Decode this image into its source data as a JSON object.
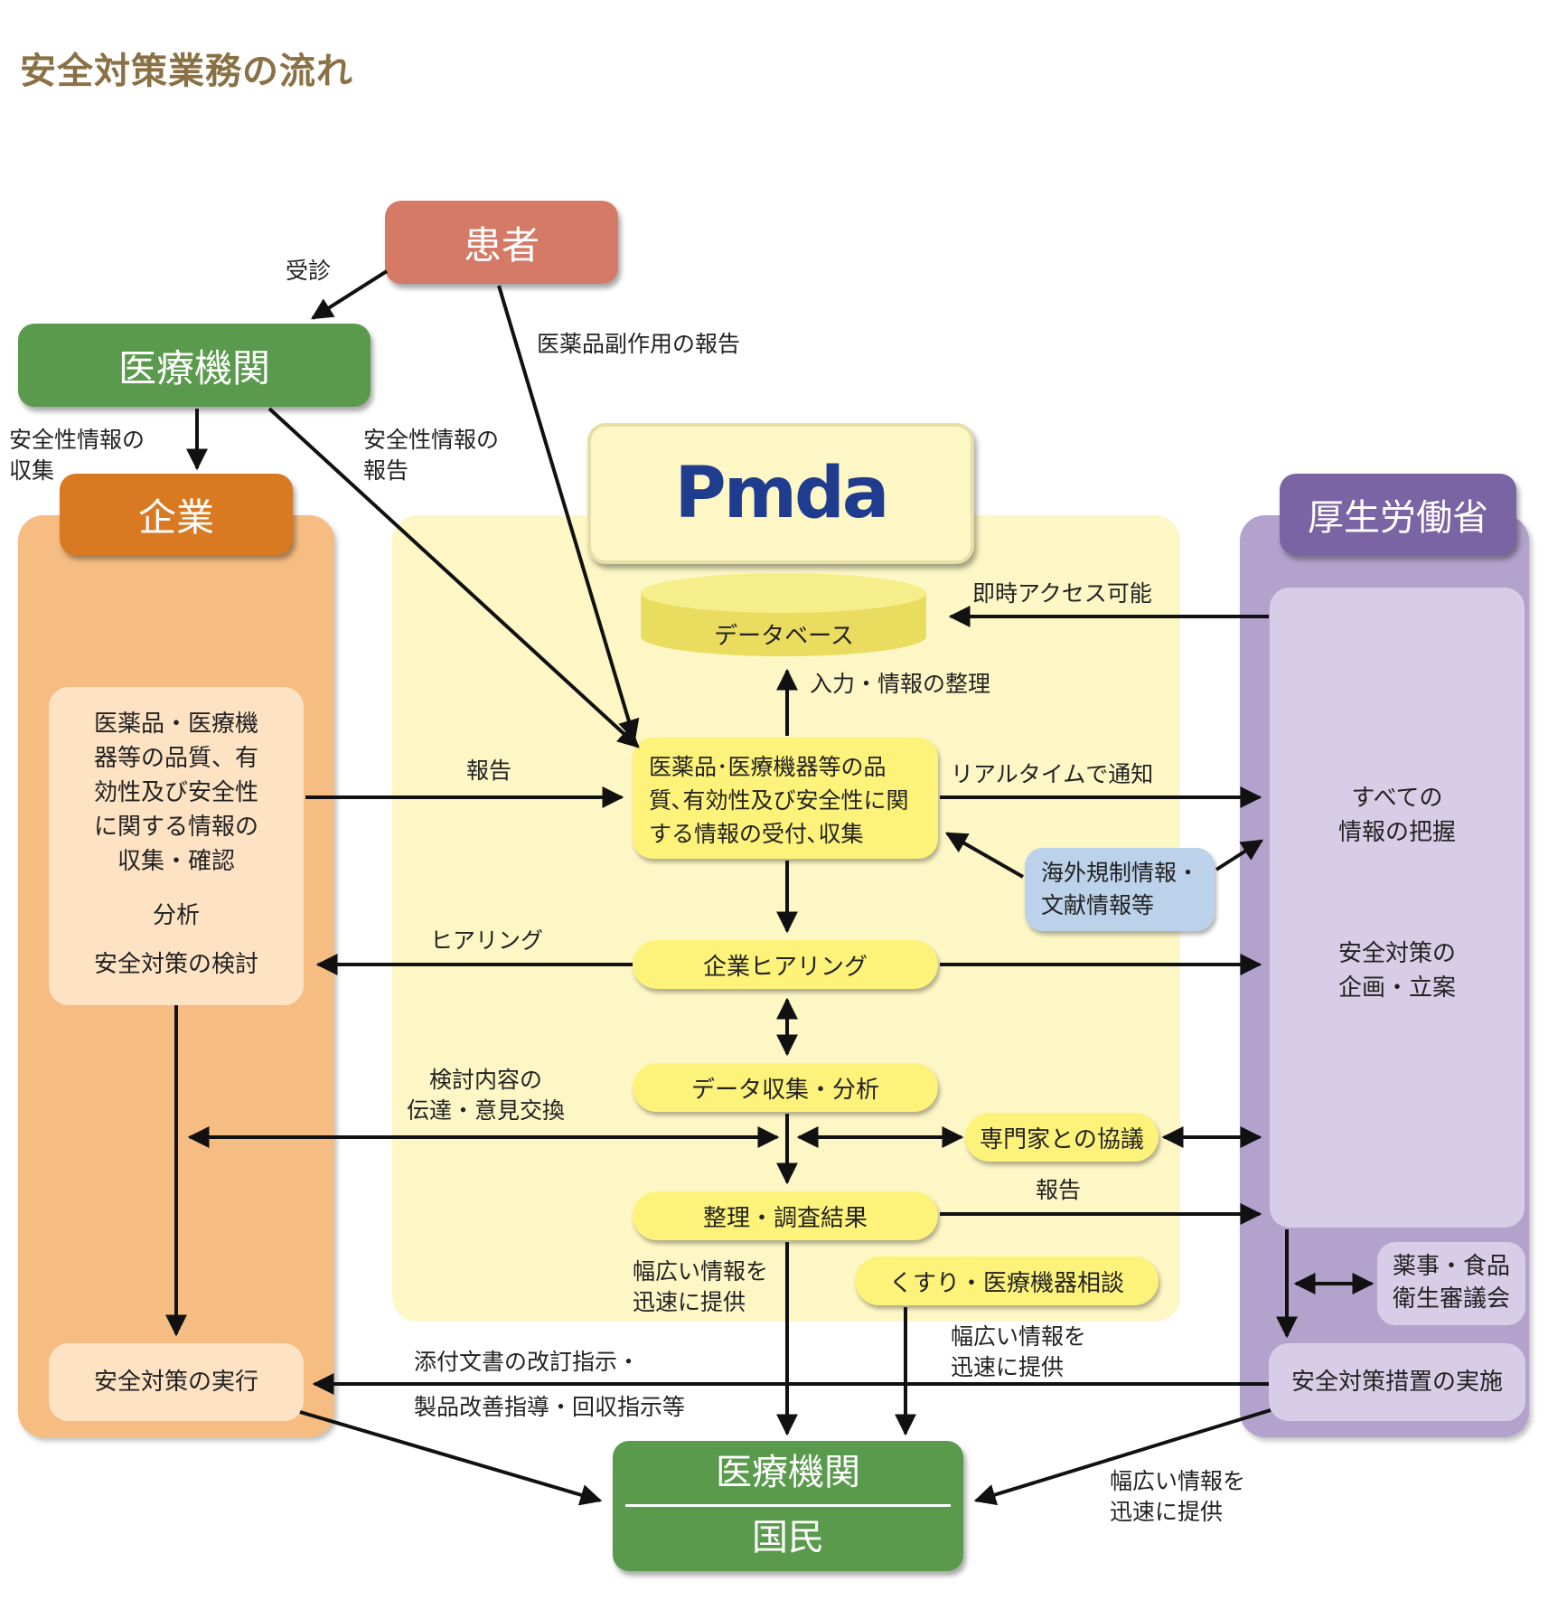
{
  "title": "安全対策業務の流れ",
  "nodes": {
    "patient": "患者",
    "medical_top": "医療機関",
    "company": "企業",
    "mhlw": "厚生労働省",
    "pmda_logo": "Pmda",
    "database": "データベース",
    "receipt": [
      "医薬品･医療機器等の品",
      "質､有効性及び安全性に関",
      "する情報の受付､収集"
    ],
    "hearing": "企業ヒアリング",
    "data_collect": "データ収集・分析",
    "experts": "専門家との協議",
    "results": "整理・調査結果",
    "consult": "くすり・医療機器相談",
    "foreign": [
      "海外規制情報・",
      "文献情報等"
    ],
    "company_info": [
      "医薬品・医療機",
      "器等の品質、有",
      "効性及び安全性",
      "に関する情報の",
      "収集・確認"
    ],
    "company_analysis": "分析",
    "company_review": "安全対策の検討",
    "company_exec": "安全対策の実行",
    "mhlw_grasp": [
      "すべての",
      "情報の把握"
    ],
    "mhlw_plan": [
      "安全対策の",
      "企画・立案"
    ],
    "council": [
      "薬事・食品",
      "衛生審議会"
    ],
    "mhlw_impl": "安全対策措置の実施",
    "bottom_medical": "医療機関",
    "bottom_public": "国民"
  },
  "labels": {
    "jushin": "受診",
    "side_effect": "医薬品副作用の報告",
    "collect": [
      "安全性情報の",
      "収集"
    ],
    "report_safety": [
      "安全性情報の",
      "報告"
    ],
    "instant": "即時アクセス可能",
    "input": "入力・情報の整理",
    "report": "報告",
    "realtime": "リアルタイムで通知",
    "hearing": "ヒアリング",
    "exchange": [
      "検討内容の",
      "伝達・意見交換"
    ],
    "report2": "報告",
    "provide1": [
      "幅広い情報を",
      "迅速に提供"
    ],
    "provide2": [
      "幅広い情報を",
      "迅速に提供"
    ],
    "provide3": [
      "幅広い情報を",
      "迅速に提供"
    ],
    "revision": "添付文書の改訂指示・",
    "improve": "製品改善指導・回収指示等"
  },
  "colors": {
    "patient": "#d47a66",
    "green": "#5a9a4c",
    "company": "#d97a22",
    "company_panel": "#f6bd82",
    "pmda_panel": "#fdf7c6",
    "mhlw": "#7a64a3",
    "mhlw_panel": "#b3a2cc",
    "pill": "#fdf27a",
    "foreign": "#bcd2ea"
  }
}
